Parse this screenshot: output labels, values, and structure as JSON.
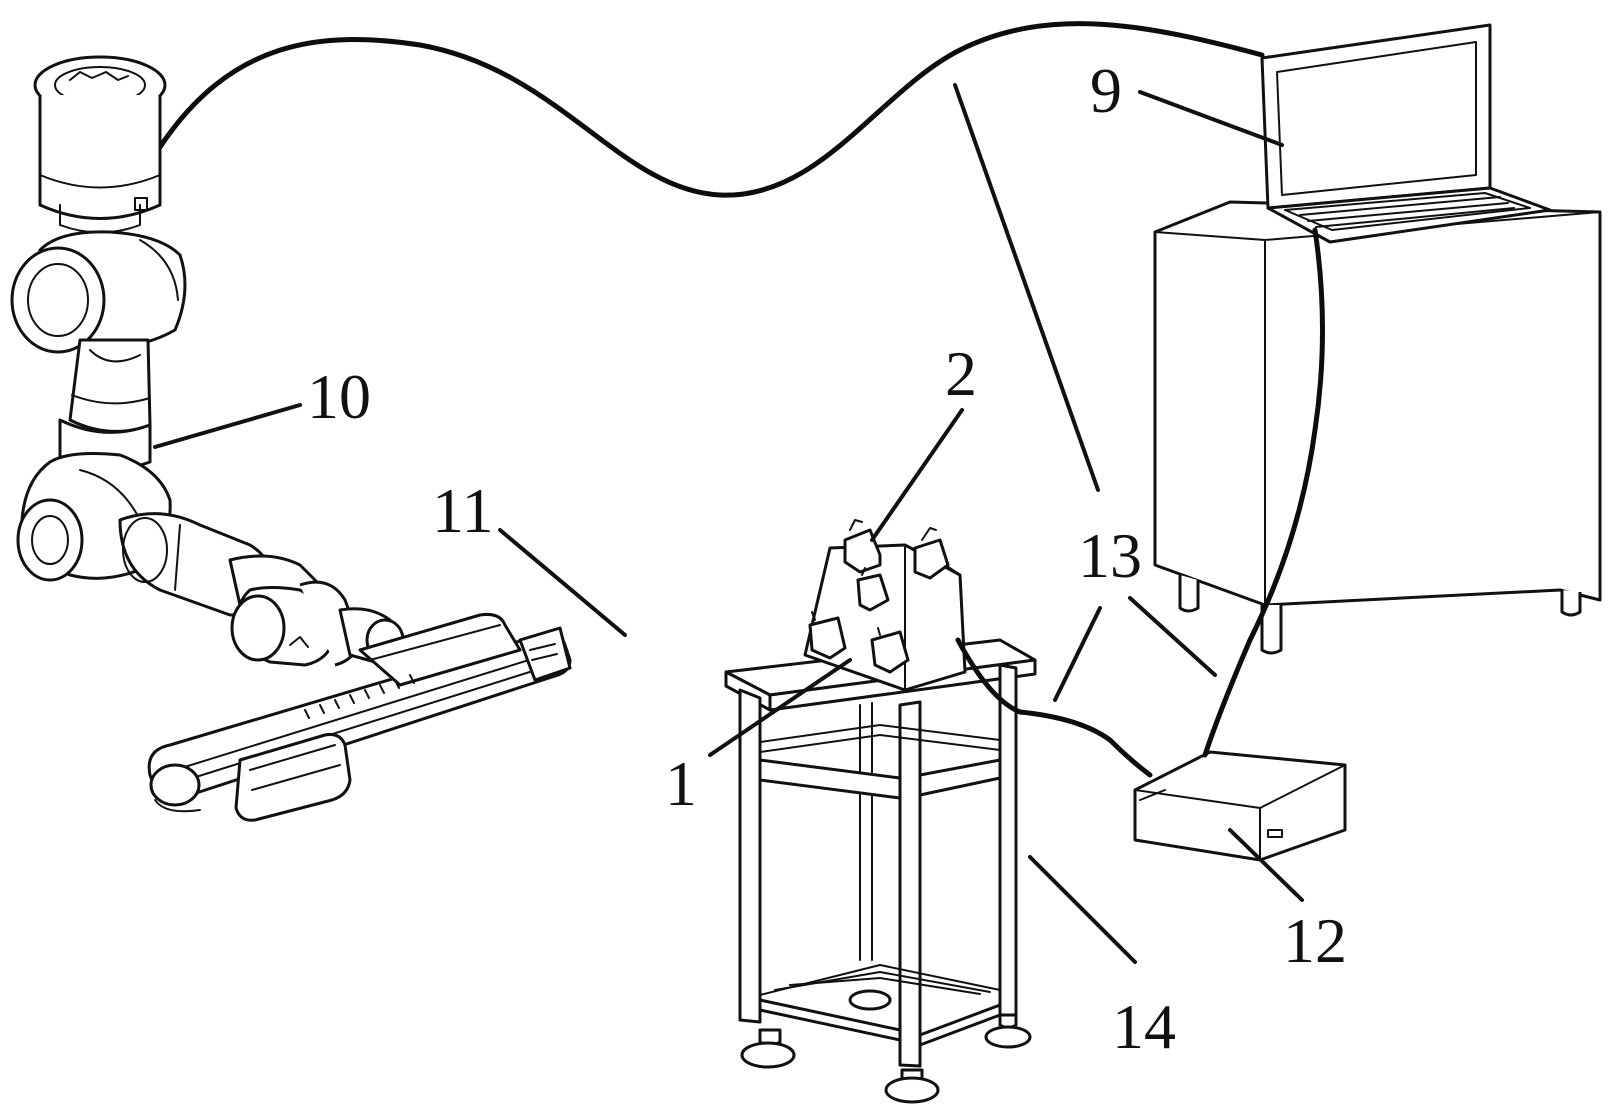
{
  "figure": {
    "callouts": {
      "c1": "1",
      "c2": "2",
      "c9": "9",
      "c10": "10",
      "c11": "11",
      "c12": "12",
      "c13": "13",
      "c14": "14"
    }
  },
  "colors": {
    "ink": "#111111",
    "background": "#ffffff"
  }
}
